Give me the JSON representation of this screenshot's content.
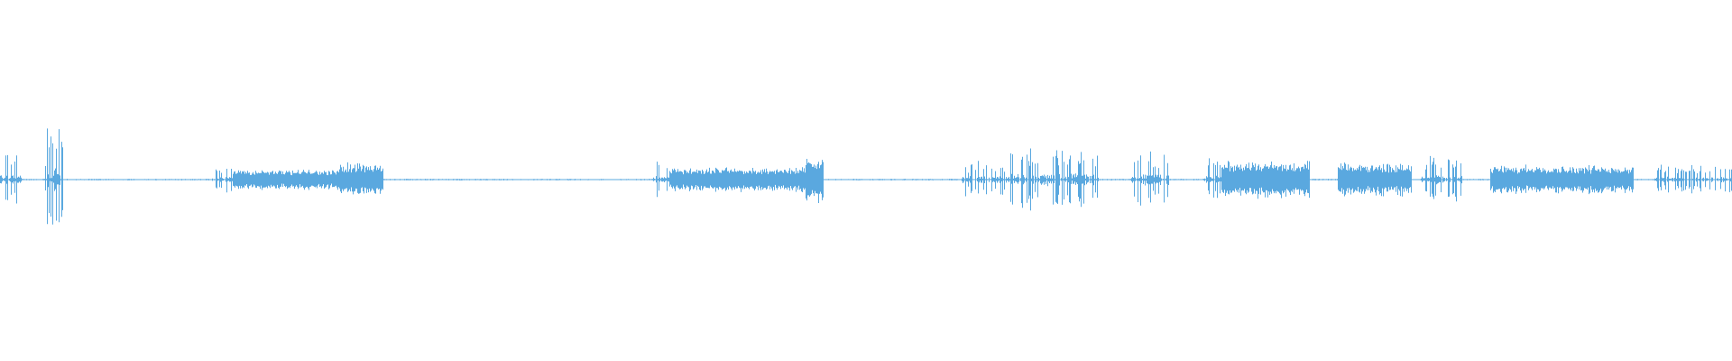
{
  "waveform": {
    "color": "#5aa8df",
    "background": "#ffffff",
    "segments": [
      {
        "start": 0.0,
        "end": 0.012,
        "amp": 0.13,
        "style": "spiky"
      },
      {
        "start": 0.026,
        "end": 0.036,
        "amp": 0.34,
        "style": "spiky"
      },
      {
        "start": 0.122,
        "end": 0.134,
        "amp": 0.08,
        "style": "spiky"
      },
      {
        "start": 0.134,
        "end": 0.196,
        "amp": 0.05,
        "style": "dense"
      },
      {
        "start": 0.196,
        "end": 0.221,
        "amp": 0.08,
        "style": "dense"
      },
      {
        "start": 0.377,
        "end": 0.386,
        "amp": 0.1,
        "style": "spiky"
      },
      {
        "start": 0.386,
        "end": 0.465,
        "amp": 0.06,
        "style": "dense"
      },
      {
        "start": 0.465,
        "end": 0.475,
        "amp": 0.12,
        "style": "dense"
      },
      {
        "start": 0.555,
        "end": 0.583,
        "amp": 0.09,
        "style": "spiky"
      },
      {
        "start": 0.583,
        "end": 0.634,
        "amp": 0.15,
        "style": "spiky"
      },
      {
        "start": 0.653,
        "end": 0.675,
        "amp": 0.14,
        "style": "spiky"
      },
      {
        "start": 0.695,
        "end": 0.705,
        "amp": 0.12,
        "style": "spiky"
      },
      {
        "start": 0.705,
        "end": 0.756,
        "amp": 0.09,
        "style": "dense"
      },
      {
        "start": 0.772,
        "end": 0.815,
        "amp": 0.08,
        "style": "dense"
      },
      {
        "start": 0.82,
        "end": 0.844,
        "amp": 0.12,
        "style": "spiky"
      },
      {
        "start": 0.86,
        "end": 0.943,
        "amp": 0.07,
        "style": "dense"
      },
      {
        "start": 0.955,
        "end": 1.0,
        "amp": 0.07,
        "style": "spiky"
      }
    ],
    "noise_amp": 0.004
  }
}
